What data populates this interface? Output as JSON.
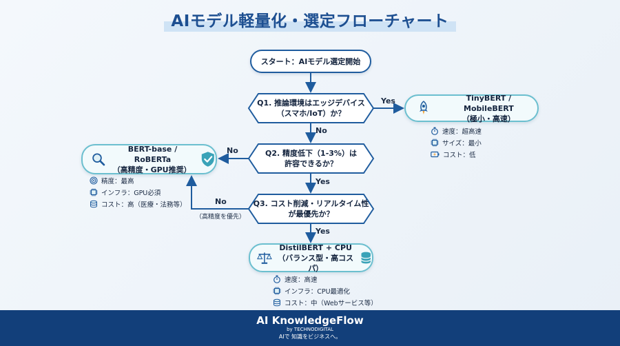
{
  "title": "AIモデル軽量化・選定フローチャート",
  "start": "スタート：AIモデル選定開始",
  "q1": {
    "line1": "Q1. 推論環境はエッジデバイス",
    "line2": "（スマホ/IoT）か？"
  },
  "q2": {
    "line1": "Q2. 精度低下（1-3%）は",
    "line2": "許容できるか？"
  },
  "q3": {
    "line1": "Q3. コスト削減・リアルタイム性",
    "line2": "が最優先か？"
  },
  "edges": {
    "q1_yes": "Yes",
    "q1_no": "No",
    "q2_no": "No",
    "q2_yes": "Yes",
    "q3_no": "No",
    "q3_no_note": "（高精度を優先）",
    "q3_yes": "Yes"
  },
  "results": {
    "tiny": {
      "line1": "TinyBERT / MobileBERT",
      "line2": "（極小・高速）",
      "icon": "rocket-icon",
      "attrs": [
        {
          "icon": "stopwatch-icon",
          "text": "速度：超高速"
        },
        {
          "icon": "chip-icon",
          "text": "サイズ：最小"
        },
        {
          "icon": "battery-icon",
          "text": "コスト：低"
        }
      ]
    },
    "bert": {
      "line1": "BERT-base / RoBERTa",
      "line2": "（高精度・GPU推奨）",
      "icon": "magnifier-icon",
      "badge": "shield-check-icon",
      "attrs": [
        {
          "icon": "target-icon",
          "text": "精度：最高"
        },
        {
          "icon": "chip-icon",
          "text": "インフラ：GPU必須"
        },
        {
          "icon": "coins-icon",
          "text": "コスト：高（医療・法務等）"
        }
      ]
    },
    "distil": {
      "line1": "DistilBERT + CPU",
      "line2": "（バランス型・高コスパ）",
      "icon": "scales-icon",
      "badge": "coins-stack-icon",
      "attrs": [
        {
          "icon": "stopwatch-icon",
          "text": "速度：高速"
        },
        {
          "icon": "chip-icon",
          "text": "インフラ：CPU最適化"
        },
        {
          "icon": "coins-icon",
          "text": "コスト：中（Webサービス等）"
        }
      ]
    }
  },
  "footer": {
    "brand": "AI KnowledgeFlow",
    "by": "by TECHNODIGITAL",
    "tagline": "AIで 知識をビジネスへ。"
  },
  "colors": {
    "navy": "#1f5c9e",
    "teal": "#6bbfcf",
    "footer": "#123f7a"
  }
}
